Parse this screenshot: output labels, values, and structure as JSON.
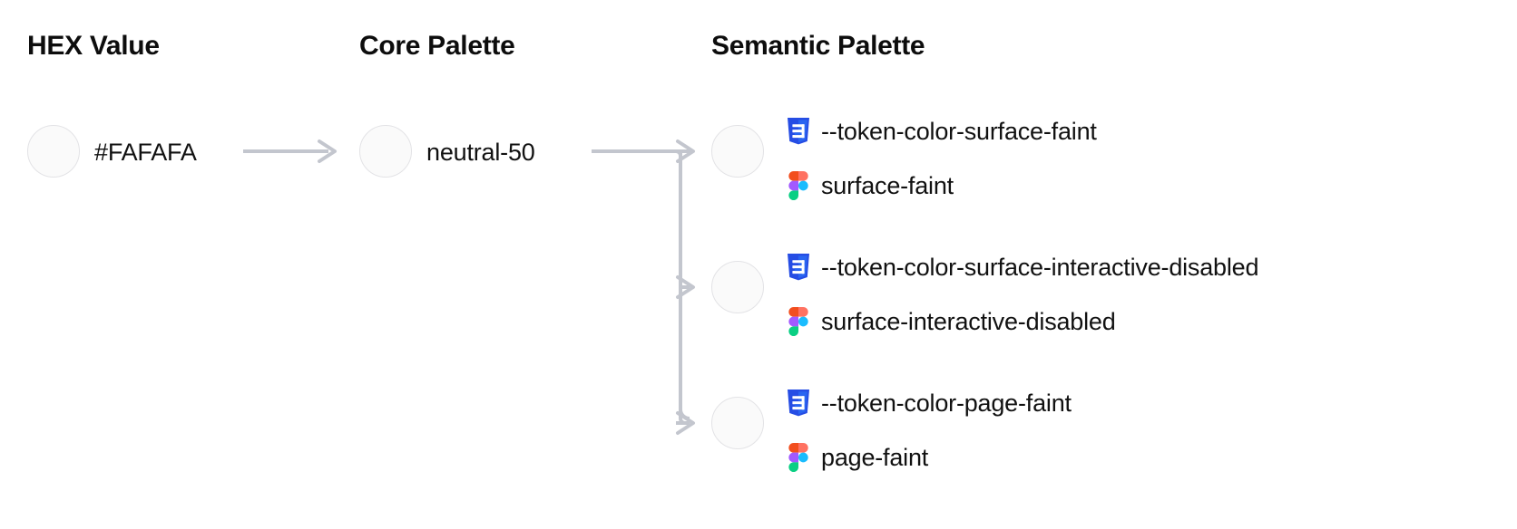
{
  "columns": {
    "hex": {
      "heading": "HEX Value"
    },
    "core": {
      "heading": "Core Palette"
    },
    "semantic": {
      "heading": "Semantic Palette"
    }
  },
  "hex": {
    "value": "#FAFAFA",
    "swatch_color": "#FAFAFA",
    "swatch_border": "#E3E3E6"
  },
  "core": {
    "value": "neutral-50",
    "swatch_color": "#FAFAFA",
    "swatch_border": "#E3E3E6"
  },
  "semantic": {
    "tokens": [
      {
        "css_icon": "css3-icon",
        "css_name": "--token-color-surface-faint",
        "figma_icon": "figma-icon",
        "figma_name": "surface-faint",
        "swatch_color": "#FAFAFA"
      },
      {
        "css_icon": "css3-icon",
        "css_name": "--token-color-surface-interactive-disabled",
        "figma_icon": "figma-icon",
        "figma_name": "surface-interactive-disabled",
        "swatch_color": "#FAFAFA"
      },
      {
        "css_icon": "css3-icon",
        "css_name": "--token-color-page-faint",
        "figma_icon": "figma-icon",
        "figma_name": "page-faint",
        "swatch_color": "#FAFAFA"
      }
    ]
  },
  "colors": {
    "connector": "#C3C6CE",
    "text": "#111111",
    "heading": "#0D0D0D",
    "css_icon_blue": "#264DE4",
    "css_icon_blue_light": "#2965F1",
    "figma_red": "#F24E1E",
    "figma_orange": "#FF7262",
    "figma_purple": "#A259FF",
    "figma_blue": "#1ABCFE",
    "figma_green": "#0ACF83"
  },
  "connectors": {
    "hex_to_core": "arrow-right",
    "core_to_semantic": "branching-arrow-three-way"
  }
}
